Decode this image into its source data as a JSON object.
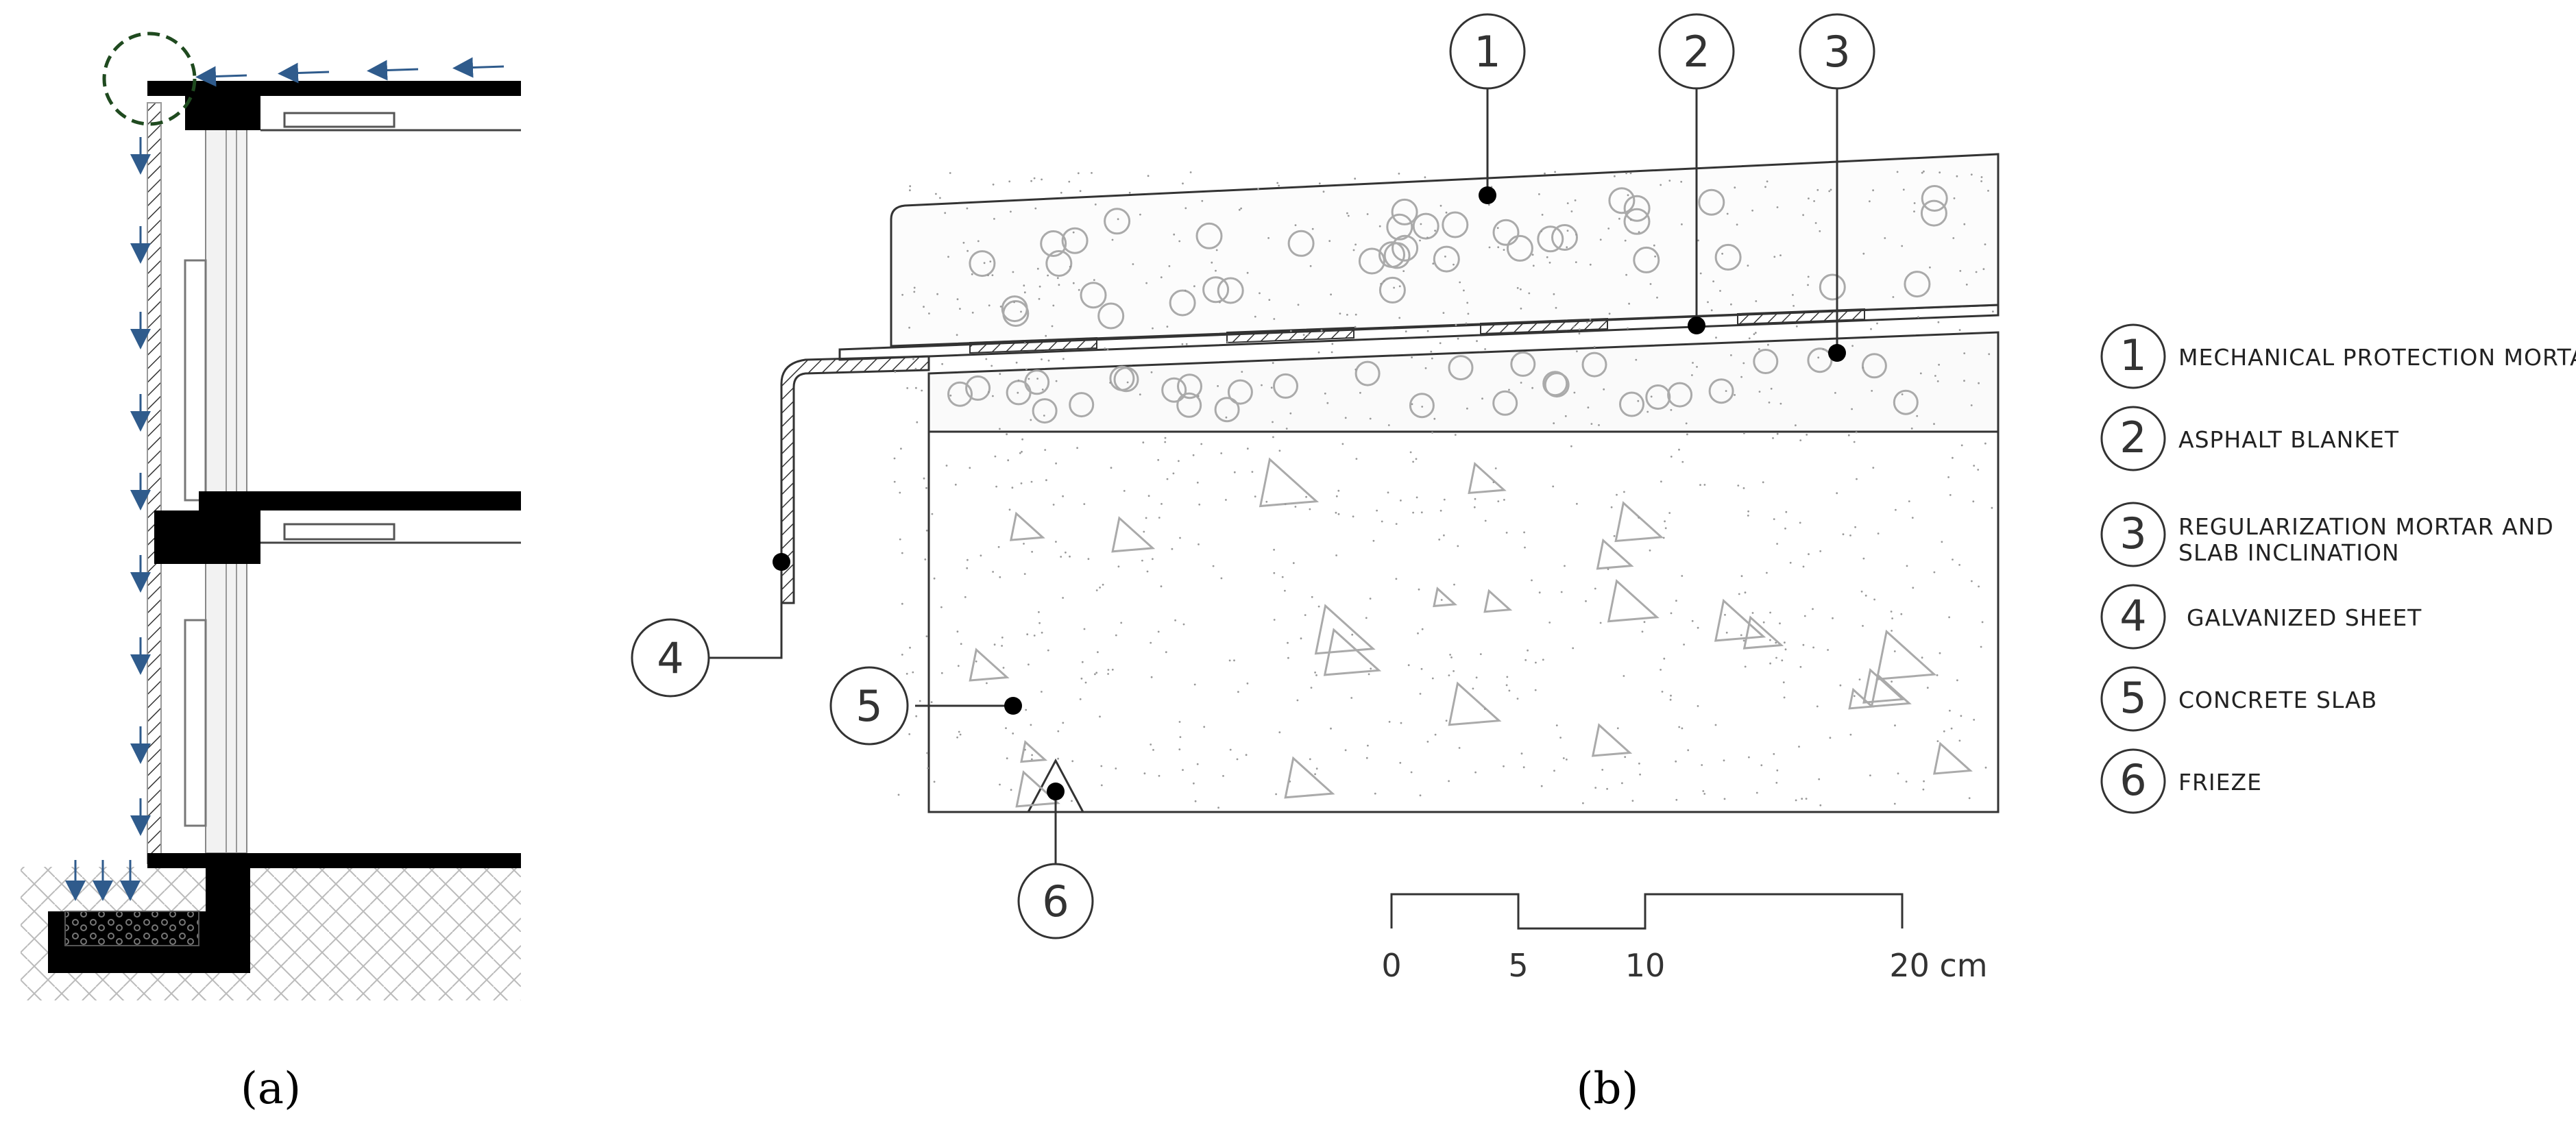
{
  "panels": {
    "a": {
      "label": "(a)"
    },
    "b": {
      "label": "(b)"
    }
  },
  "callouts": [
    {
      "number": "1"
    },
    {
      "number": "2"
    },
    {
      "number": "3"
    },
    {
      "number": "4"
    },
    {
      "number": "5"
    },
    {
      "number": "6"
    }
  ],
  "legend": {
    "items": [
      {
        "number": "1",
        "lines": [
          "MECHANICAL PROTECTION MORTAR"
        ]
      },
      {
        "number": "2",
        "lines": [
          "ASPHALT BLANKET"
        ]
      },
      {
        "number": "3",
        "lines": [
          "REGULARIZATION MORTAR AND",
          "SLAB INCLINATION"
        ]
      },
      {
        "number": "4",
        "lines": [
          "GALVANIZED SHEET"
        ]
      },
      {
        "number": "5",
        "lines": [
          "CONCRETE SLAB"
        ]
      },
      {
        "number": "6",
        "lines": [
          "FRIEZE"
        ]
      }
    ]
  },
  "scale_bar": {
    "ticks": [
      "0",
      "5",
      "10"
    ],
    "end_label": "20 cm"
  },
  "colors": {
    "line": "#333333",
    "arrow": "#2f5b8c",
    "detail_circle": "#1f4a1f",
    "texture": "#aaaaaa"
  }
}
